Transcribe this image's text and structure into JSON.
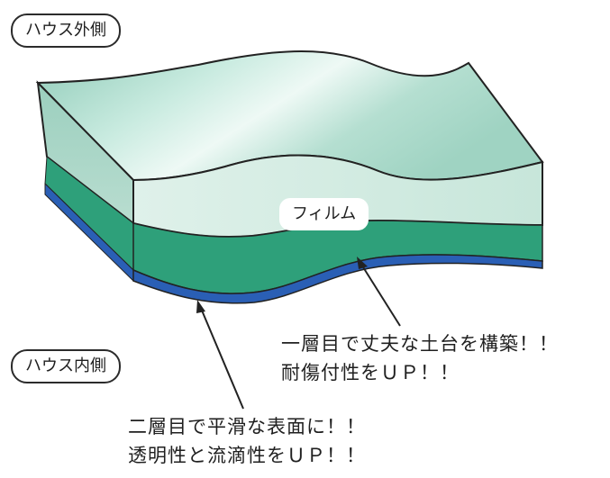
{
  "labels": {
    "outside": "ハウス外側",
    "inside": "ハウス内側",
    "film": "フィルム"
  },
  "callouts": {
    "layer1": [
      "一層目で丈夫な土台を構築！！",
      "耐傷付性をＵＰ！！"
    ],
    "layer2": [
      "二層目で平滑な表面に！！",
      "透明性と流滴性をＵＰ！！"
    ]
  },
  "colors": {
    "film_top": "#a9d9c9",
    "film_front": "#cfe9df",
    "layer_green": "#2ea07a",
    "layer_blue": "#2a5fb5",
    "outline": "#222222"
  }
}
